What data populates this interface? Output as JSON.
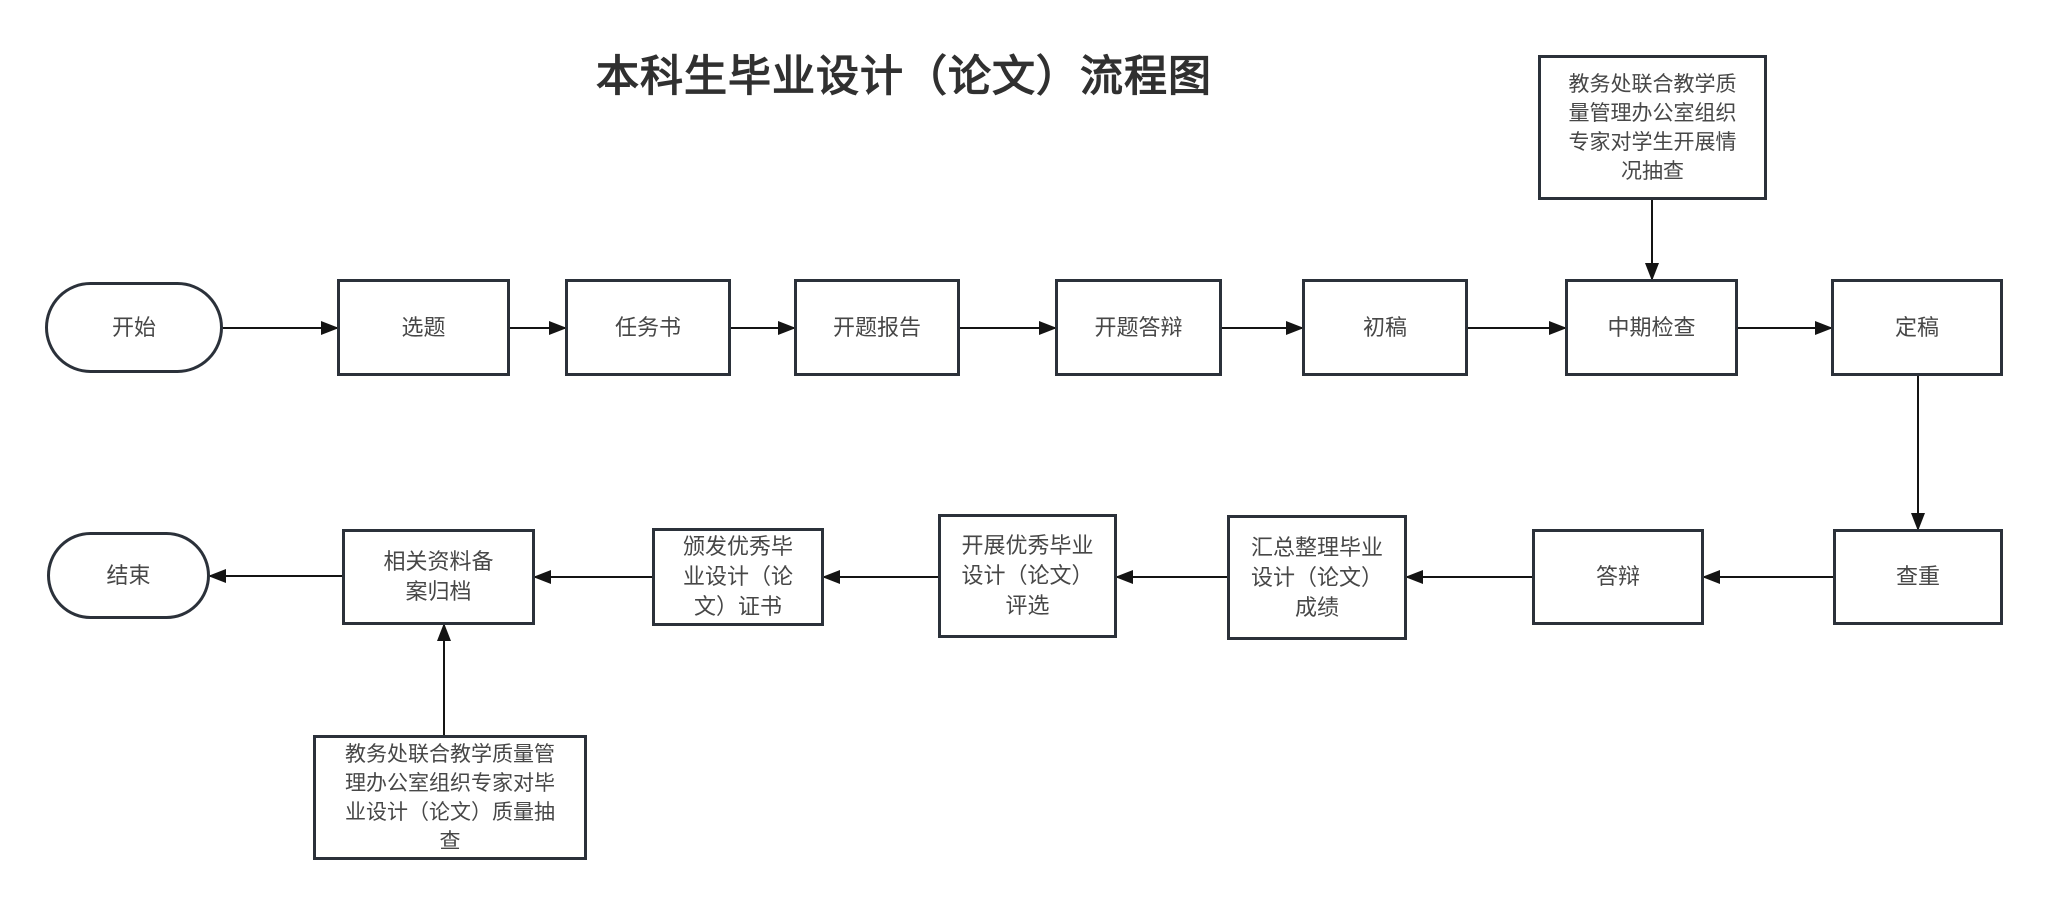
{
  "title": "本科生毕业设计（论文）流程图",
  "colors": {
    "background": "#ffffff",
    "node_border": "#2b313a",
    "node_fill": "#ffffff",
    "arrow": "#141414",
    "node_text": "#474747",
    "title_text": "#303030"
  },
  "nodes": {
    "start": {
      "label": "开始",
      "shape": "stadium"
    },
    "topic": {
      "label": "选题",
      "shape": "process"
    },
    "task_book": {
      "label": "任务书",
      "shape": "process"
    },
    "proposal_report": {
      "label": "开题报告",
      "shape": "process"
    },
    "proposal_defense": {
      "label": "开题答辩",
      "shape": "process"
    },
    "first_draft": {
      "label": "初稿",
      "shape": "process"
    },
    "mid_term_check": {
      "label": "中期检查",
      "shape": "process"
    },
    "final_draft": {
      "label": "定稿",
      "shape": "process"
    },
    "student_spot_check": {
      "label": "教务处联合教学质\n量管理办公室组织\n专家对学生开展情\n况抽查",
      "shape": "process"
    },
    "plagiarism_check": {
      "label": "查重",
      "shape": "process"
    },
    "defense": {
      "label": "答辩",
      "shape": "process"
    },
    "collate_scores": {
      "label": "汇总整理毕业\n设计（论文）\n成绩",
      "shape": "process"
    },
    "excellence_selection": {
      "label": "开展优秀毕业\n设计（论文）\n评选",
      "shape": "process"
    },
    "award_certificates": {
      "label": "颁发优秀毕\n业设计（论\n文）证书",
      "shape": "process"
    },
    "archive_materials": {
      "label": "相关资料备\n案归档",
      "shape": "process"
    },
    "end": {
      "label": "结束",
      "shape": "stadium"
    },
    "quality_spot_check": {
      "label": "教务处联合教学质量管\n理办公室组织专家对毕\n业设计（论文）质量抽\n查",
      "shape": "process"
    }
  },
  "edges": [
    {
      "from": "start",
      "to": "topic"
    },
    {
      "from": "topic",
      "to": "task_book"
    },
    {
      "from": "task_book",
      "to": "proposal_report"
    },
    {
      "from": "proposal_report",
      "to": "proposal_defense"
    },
    {
      "from": "proposal_defense",
      "to": "first_draft"
    },
    {
      "from": "first_draft",
      "to": "mid_term_check"
    },
    {
      "from": "student_spot_check",
      "to": "mid_term_check"
    },
    {
      "from": "mid_term_check",
      "to": "final_draft"
    },
    {
      "from": "final_draft",
      "to": "plagiarism_check"
    },
    {
      "from": "plagiarism_check",
      "to": "defense"
    },
    {
      "from": "defense",
      "to": "collate_scores"
    },
    {
      "from": "collate_scores",
      "to": "excellence_selection"
    },
    {
      "from": "excellence_selection",
      "to": "award_certificates"
    },
    {
      "from": "award_certificates",
      "to": "archive_materials"
    },
    {
      "from": "archive_materials",
      "to": "end"
    },
    {
      "from": "quality_spot_check",
      "to": "archive_materials"
    }
  ]
}
